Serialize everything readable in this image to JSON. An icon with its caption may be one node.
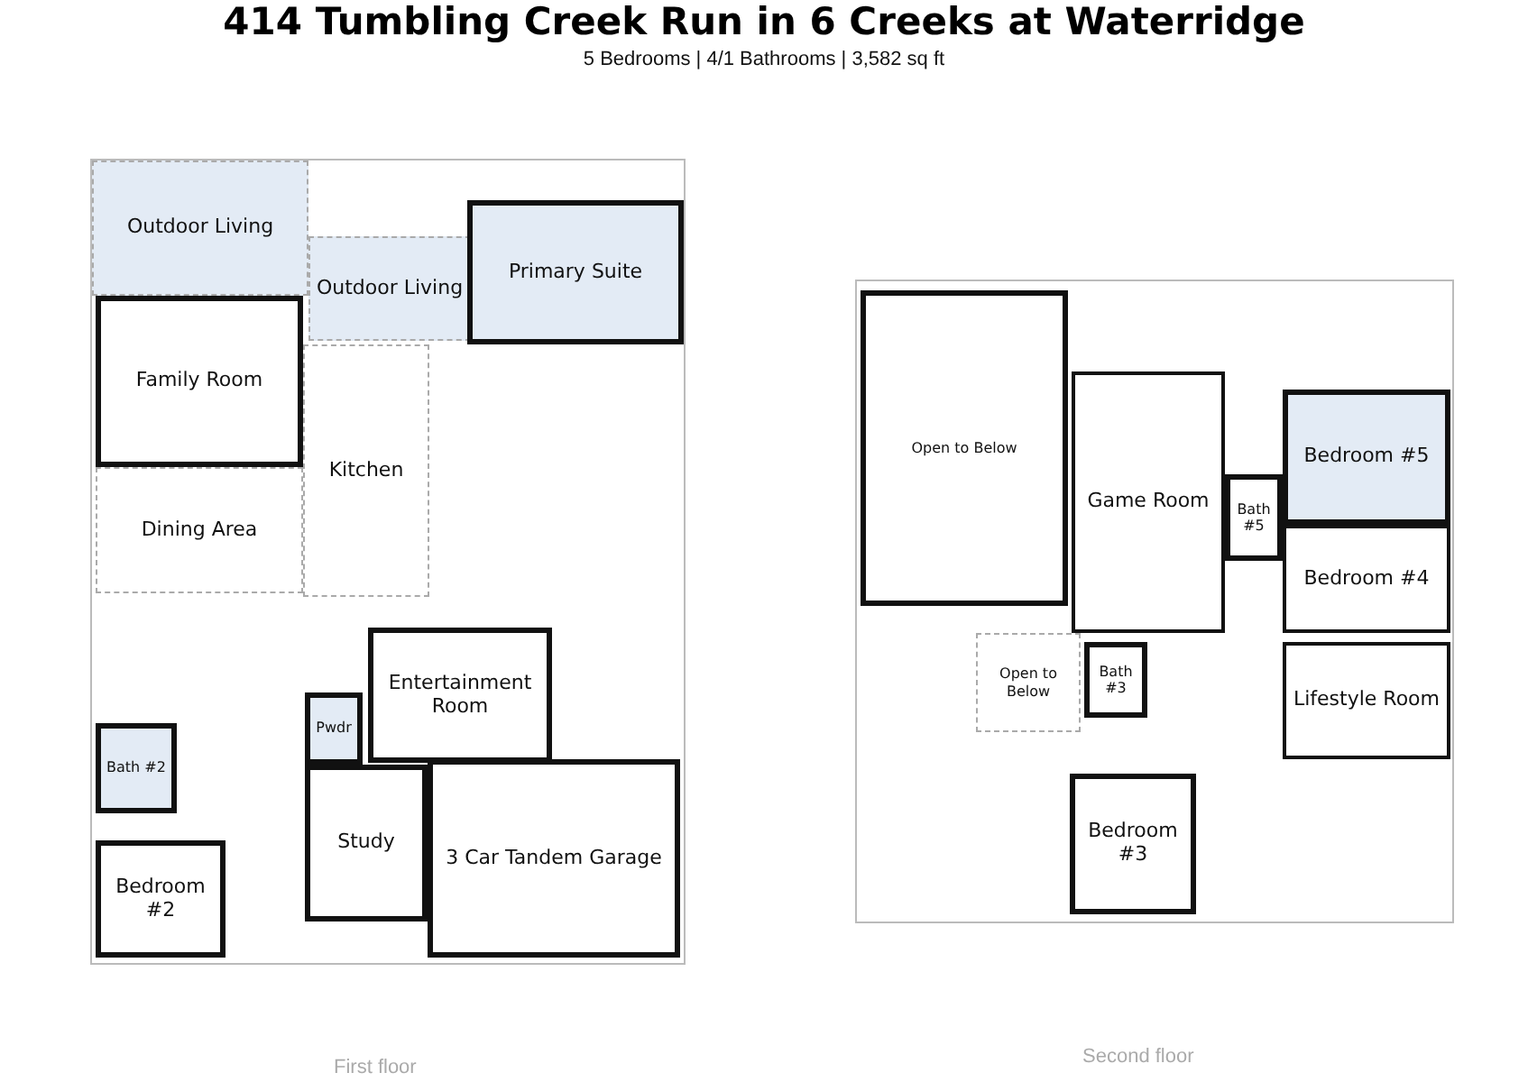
{
  "diagram": {
    "title": "414 Tumbling Creek Run in 6 Creeks at Waterridge",
    "nodes": [
      {
        "text": [],
        "shape": "box"
      },
      {
        "text": [
          "Outdoor Living"
        ],
        "in": 0
      },
      {
        "text": [
          "Outdoor Living"
        ],
        "in": 0
      },
      {
        "text": [
          "Primary Suite"
        ],
        "in": 0
      },
      {
        "text": [
          "Family Room"
        ],
        "in": 0
      },
      {
        "text": [
          "Dining Area"
        ],
        "in": 0
      },
      {
        "text": [
          "Kitchen"
        ],
        "in": 0
      },
      {
        "text": [
          "Entertainment Room"
        ],
        "in": 0
      },
      {
        "text": [
          "Pwdr"
        ],
        "in": 0
      },
      {
        "text": [
          "Bath #2"
        ],
        "in": 0
      },
      {
        "text": [
          "Study"
        ],
        "in": 0
      },
      {
        "text": [
          "3 Car Tandem Garage"
        ],
        "in": 0
      },
      {
        "text": [
          "Bedroom #2"
        ],
        "in": 0
      },
      {
        "text": [],
        "shape": "box"
      },
      {
        "text": [
          "Open to Below"
        ],
        "in": 13
      },
      {
        "text": [
          "Game Room"
        ],
        "in": 13
      },
      {
        "text": [
          "Bedroom #5"
        ],
        "in": 13
      },
      {
        "text": [
          "Bath #5"
        ],
        "in": 13
      },
      {
        "text": [
          "Bedroom #4"
        ],
        "in": 13
      },
      {
        "text": [
          "Open to Below"
        ],
        "in": 13
      },
      {
        "text": [
          "Bath #3"
        ],
        "in": 13
      },
      {
        "text": [
          "Lifestyle Room"
        ],
        "in": 13
      },
      {
        "text": [
          "Bedroom #3"
        ],
        "in": 13
      }
    ],
    "labels": [
      "5 Bedrooms | 4/1 Bathrooms | 3,582 sq ft",
      "Second floor",
      "First floor"
    ]
  }
}
